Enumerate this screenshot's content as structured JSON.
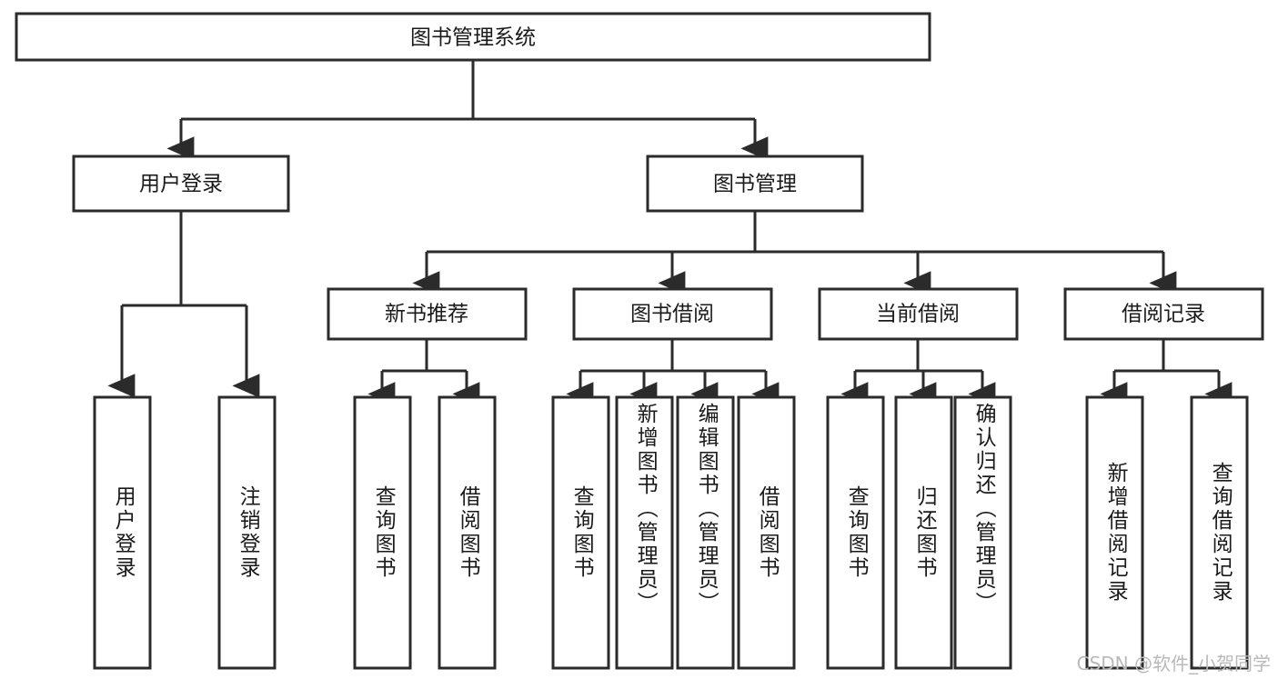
{
  "diagram": {
    "title": "图书管理系统",
    "type": "tree-hierarchy-chart",
    "root": {
      "id": "root",
      "label": "图书管理系统",
      "orientation": "horizontal"
    },
    "level2": [
      {
        "id": "user-login",
        "label": "用户登录",
        "orientation": "horizontal"
      },
      {
        "id": "book-management",
        "label": "图书管理",
        "orientation": "horizontal"
      }
    ],
    "level3": [
      {
        "id": "new-book-recommend",
        "label": "新书推荐",
        "orientation": "horizontal"
      },
      {
        "id": "book-borrow",
        "label": "图书借阅",
        "orientation": "horizontal"
      },
      {
        "id": "current-borrow",
        "label": "当前借阅",
        "orientation": "horizontal"
      },
      {
        "id": "borrow-record",
        "label": "借阅记录",
        "orientation": "horizontal"
      }
    ],
    "leaves": {
      "user-login": [
        {
          "id": "leaf-user-login",
          "label": "用户登录",
          "orientation": "vertical"
        },
        {
          "id": "leaf-logout-login",
          "label": "注销登录",
          "orientation": "vertical"
        }
      ],
      "new-book-recommend": [
        {
          "id": "leaf-query-book-1",
          "label": "查询图书",
          "orientation": "vertical"
        },
        {
          "id": "leaf-borrow-book-1",
          "label": "借阅图书",
          "orientation": "vertical"
        }
      ],
      "book-borrow": [
        {
          "id": "leaf-query-book-2",
          "label": "查询图书",
          "orientation": "vertical"
        },
        {
          "id": "leaf-add-book-admin",
          "label": "新增图书（管理员）",
          "orientation": "vertical"
        },
        {
          "id": "leaf-edit-book-admin",
          "label": "编辑图书（管理员）",
          "orientation": "vertical"
        },
        {
          "id": "leaf-borrow-book-2",
          "label": "借阅图书",
          "orientation": "vertical"
        }
      ],
      "current-borrow": [
        {
          "id": "leaf-query-book-3",
          "label": "查询图书",
          "orientation": "vertical"
        },
        {
          "id": "leaf-return-book",
          "label": "归还图书",
          "orientation": "vertical"
        },
        {
          "id": "leaf-confirm-return-admin",
          "label": "确认归还（管理员）",
          "orientation": "vertical"
        }
      ],
      "borrow-record": [
        {
          "id": "leaf-add-borrow-record",
          "label": "新增借阅记录",
          "orientation": "vertical"
        },
        {
          "id": "leaf-query-borrow-record",
          "label": "查询借阅记录",
          "orientation": "vertical"
        }
      ]
    },
    "colors": {
      "stroke": "#2b2b2b",
      "fill": "#ffffff",
      "text": "#1a1a1a",
      "background": "#ffffff",
      "watermark": "#b9b9b9"
    }
  },
  "watermark": {
    "text": "CSDN @软件_小贺同学"
  }
}
